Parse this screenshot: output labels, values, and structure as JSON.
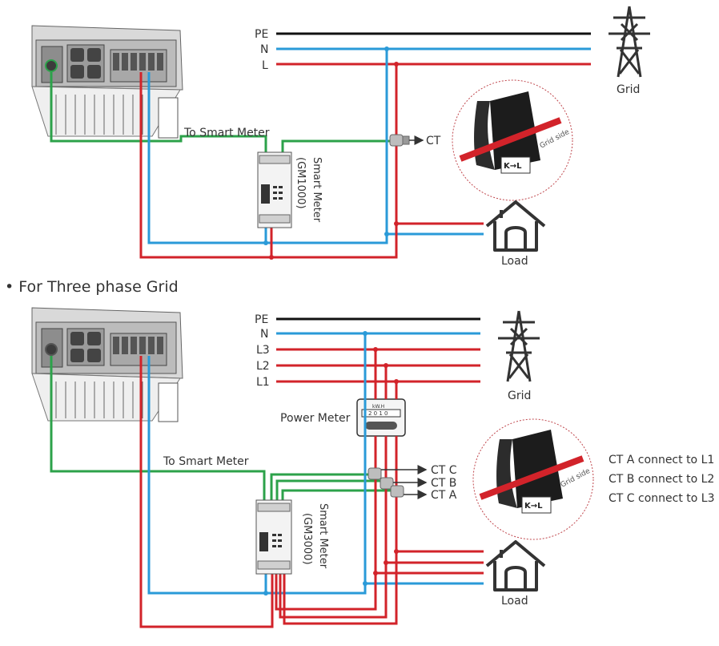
{
  "single_phase": {
    "bus_labels": [
      "PE",
      "N",
      "L"
    ],
    "grid_label": "Grid",
    "load_label": "Load",
    "to_smart_meter": "To Smart Meter",
    "smart_meter_name": "Smart Meter",
    "smart_meter_model": "(GM1000)",
    "ct_label": "CT",
    "clamp_text": "Grid side",
    "clamp_key": "K→L"
  },
  "three_phase": {
    "heading": "• For Three phase Grid",
    "bus_labels": [
      "PE",
      "N",
      "L3",
      "L2",
      "L1"
    ],
    "grid_label": "Grid",
    "load_label": "Load",
    "power_meter_label": "Power Meter",
    "power_meter_unit": "kW.H",
    "power_meter_reading": "2 0 1 0",
    "to_smart_meter": "To Smart Meter",
    "smart_meter_name": "Smart Meter",
    "smart_meter_model": "(GM3000)",
    "ct_labels": [
      "CT C",
      "CT B",
      "CT A"
    ],
    "clamp_text": "Grid side",
    "clamp_key": "K→L",
    "ct_notes": [
      "CT A connect to L1",
      "CT B connect to L2",
      "CT C connect to L3"
    ]
  },
  "colors": {
    "pe": "#111111",
    "neutral": "#2a9ad8",
    "line": "#d2232a",
    "comm": "#2ca24a"
  },
  "icons": [
    "inverter",
    "transmission-tower-icon",
    "house-icon",
    "ct-clamp",
    "smart-meter",
    "power-meter"
  ]
}
